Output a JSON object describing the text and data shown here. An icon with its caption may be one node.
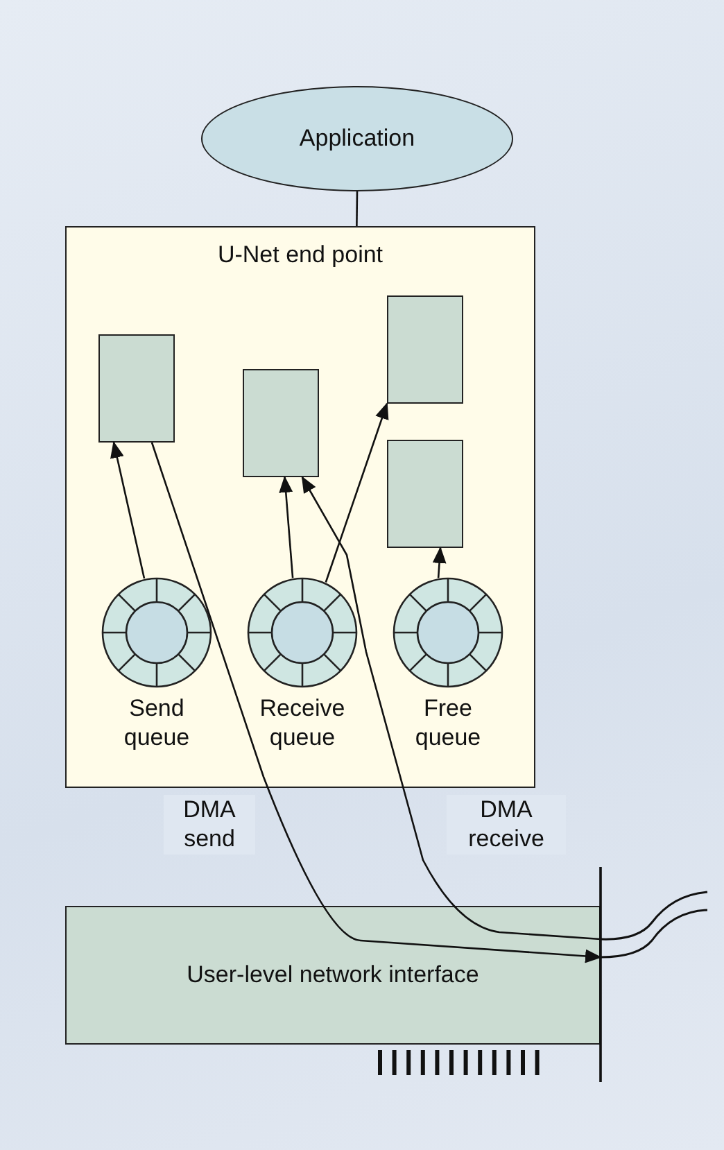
{
  "diagram": {
    "nodes": [
      {
        "text": [
          "Application"
        ]
      },
      {
        "text": [
          "U-Net end point"
        ]
      },
      {
        "text": [],
        "shape": "box",
        "in": 1
      },
      {
        "text": [],
        "shape": "box",
        "in": 1
      },
      {
        "text": [],
        "shape": "box",
        "in": 1
      },
      {
        "text": [],
        "shape": "box",
        "in": 1
      },
      {
        "text": [],
        "shape": "circle",
        "in": 1,
        "beside": [
          "Send queue"
        ]
      },
      {
        "text": [],
        "shape": "circle",
        "in": 1,
        "beside": [
          "Receive queue"
        ]
      },
      {
        "text": [],
        "shape": "circle",
        "in": 1,
        "beside": [
          "Free queue"
        ]
      },
      {
        "text": [
          "User-level network interface"
        ]
      }
    ],
    "edges": [
      {
        "from": 0,
        "to": 1,
        "arrow": "none"
      },
      {
        "from": 6,
        "to": 2,
        "arrow": "to"
      },
      {
        "from": 2,
        "to": 9,
        "arrow": "to",
        "label": "DMA send"
      },
      {
        "from": 7,
        "to": 3,
        "arrow": "to"
      },
      {
        "from": 9,
        "to": 3,
        "arrow": "to",
        "label": "DMA receive"
      },
      {
        "from": 7,
        "to": 4,
        "arrow": "to"
      },
      {
        "from": 8,
        "to": 5,
        "arrow": "to"
      }
    ]
  }
}
